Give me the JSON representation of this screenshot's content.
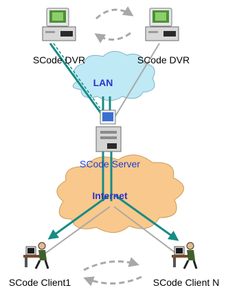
{
  "labels": {
    "dvr_left": "SCode DVR",
    "dvr_right": "SCode DVR",
    "lan": "LAN",
    "server": "SCode Server",
    "internet": "Internet",
    "client_left": "SCode Client1",
    "client_right": "SCode Client N"
  },
  "icons": {
    "dvr": "desktop-computer-icon",
    "server": "server-tower-icon",
    "client": "person-at-computer-icon",
    "lan_cloud": "cloud-icon",
    "internet_cloud": "cloud-icon"
  },
  "colors": {
    "lan_cloud": "#bfe9f5",
    "internet_cloud": "#f9c88c",
    "link_teal": "#168c84",
    "link_gray": "#a8a8a8",
    "server_label": "#1f3fd0",
    "cloud_label": "#2a33c8"
  }
}
